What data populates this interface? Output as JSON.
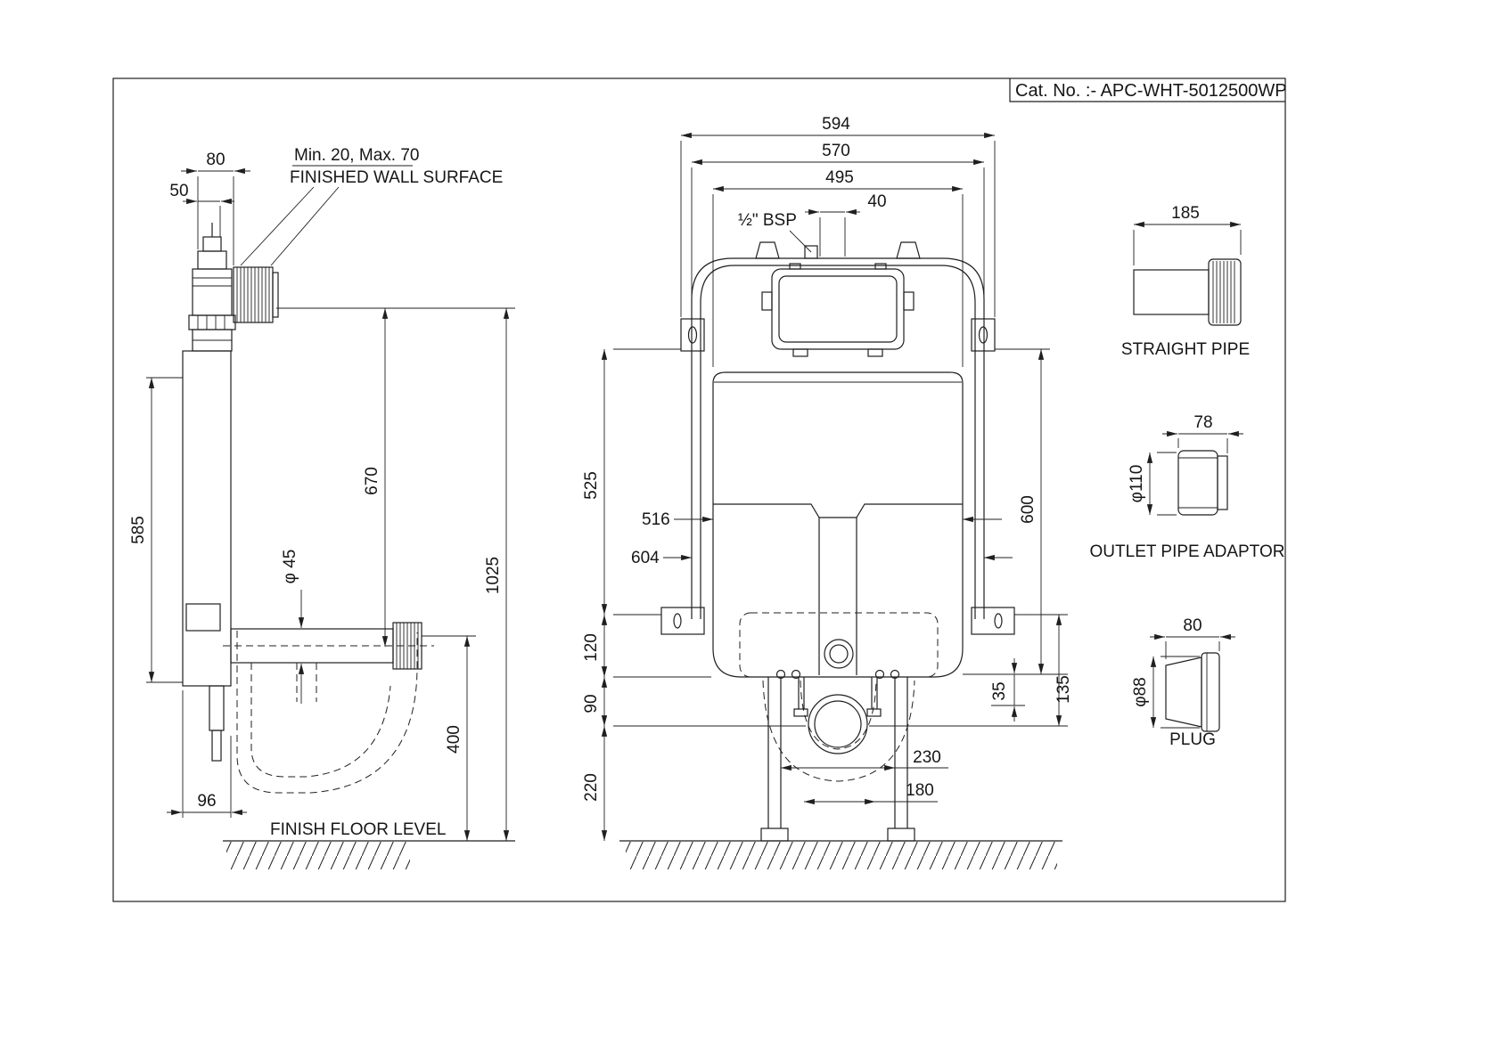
{
  "title": {
    "cat_no": "Cat. No. :- APC-WHT-5012500WP"
  },
  "side_view": {
    "d80": "80",
    "d50": "50",
    "wall_note": "Min. 20, Max. 70",
    "wall_surface": "FINISHED WALL SURFACE",
    "d585": "585",
    "d670": "670",
    "d1025": "1025",
    "d45": "φ 45",
    "d400": "400",
    "d96": "96",
    "floor_label": "FINISH FLOOR LEVEL"
  },
  "front_view": {
    "d594": "594",
    "d570": "570",
    "d495": "495",
    "d40": "40",
    "bsp": "½\" BSP",
    "d525": "525",
    "d516": "516",
    "d604": "604",
    "d120": "120",
    "d90": "90",
    "d220": "220",
    "d600": "600",
    "d135": "135",
    "d35": "35",
    "d230": "230",
    "d180": "180"
  },
  "accessories": {
    "straight_pipe": {
      "d185": "185",
      "label": "STRAIGHT PIPE"
    },
    "outlet_adaptor": {
      "d78": "78",
      "d110": "φ110",
      "label": "OUTLET PIPE ADAPTOR"
    },
    "plug": {
      "d80": "80",
      "d88": "φ88",
      "label": "PLUG"
    }
  }
}
